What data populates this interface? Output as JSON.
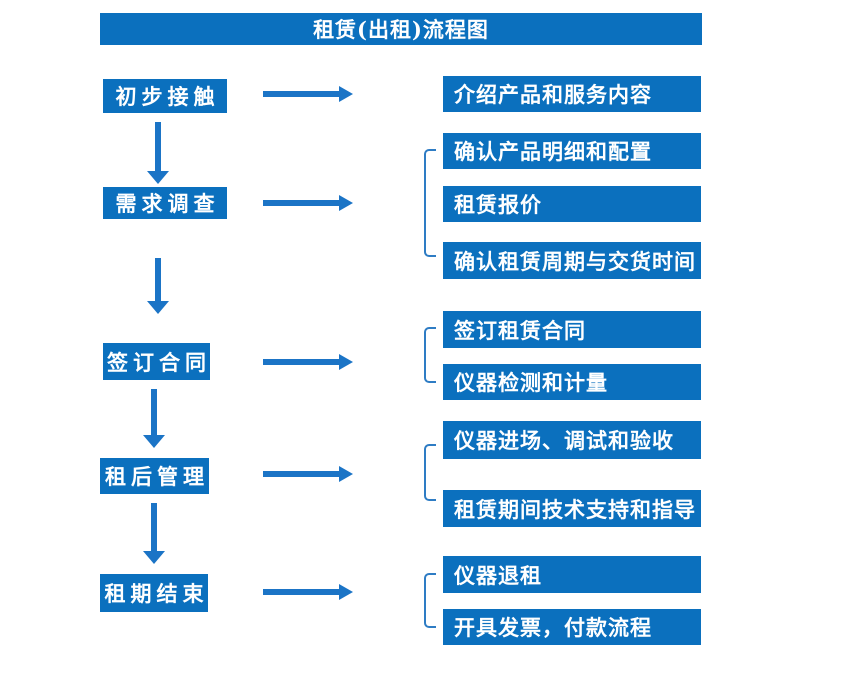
{
  "title": "租赁(出租)流程图",
  "colors": {
    "box_blue": "#0B70BE",
    "arrow_blue": "#1B74C6",
    "bracket_blue": "#2E7CC4",
    "text_white": "#FFFFFF",
    "page_background": "#FFFFFF"
  },
  "flow": {
    "steps": [
      {
        "label": "初步接触",
        "outputs": [
          "介绍产品和服务内容"
        ]
      },
      {
        "label": "需求调查",
        "outputs": [
          "确认产品明细和配置",
          "租赁报价",
          "确认租赁周期与交货时间"
        ]
      },
      {
        "label": "签订合同",
        "outputs": [
          "签订租赁合同",
          "仪器检测和计量"
        ]
      },
      {
        "label": "租后管理",
        "outputs": [
          "仪器进场、调试和验收",
          "租赁期间技术支持和指导"
        ]
      },
      {
        "label": "租期结束",
        "outputs": [
          "仪器退租",
          "开具发票，付款流程"
        ]
      }
    ]
  }
}
